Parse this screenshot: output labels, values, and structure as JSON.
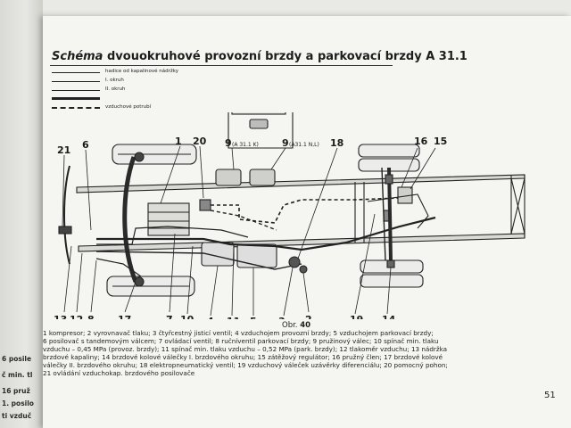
{
  "left_page": {
    "fragments": [
      "6 posile",
      "č min. tl",
      "16 pruž",
      "1. posilo",
      "ti vzduč"
    ]
  },
  "page": {
    "title_italic": "Schéma",
    "title_rest": "dvouokruhové provozní brzdy a parkovací brzdy A 31.1",
    "page_number": "51"
  },
  "legend": [
    {
      "style": "thin",
      "label": "hadice od kapalinové nádržky"
    },
    {
      "style": "thin",
      "label": "I. okruh"
    },
    {
      "style": "thin",
      "label": "II. okruh"
    },
    {
      "style": "thick",
      "label": ""
    },
    {
      "style": "dashed",
      "label": "vzduchové potrubí"
    }
  ],
  "callouts": {
    "n1": "1",
    "n20": "20",
    "n9a": "9",
    "n9a_sub": "(A 31.1 K)",
    "n9b": "9",
    "n9b_sub": "(A31.1 N,L)",
    "n18": "18",
    "n16": "16",
    "n15": "15",
    "n21": "21",
    "n6": "6",
    "n13": "13",
    "n12": "12",
    "n8": "8",
    "n17": "17",
    "n7": "7",
    "n10": "10",
    "n4": "4",
    "n11": "11",
    "n5": "5",
    "n3": "3",
    "n2": "2",
    "n19": "19",
    "n14": "14"
  },
  "figure": {
    "label": "Obr.",
    "number": "40"
  },
  "caption_lines": [
    "1 kompresor; 2 vyrovnavač tlaku; 3 čtyřcestný jisticí ventil; 4 vzduchojem provozní brzdy; 5 vzduchojem parkovací brzdy;",
    "6 posilovač s tandemovým válcem; 7 ovládací ventil; 8 ručníventil parkovací brzdy; 9 pružinový válec; 10 spínač min. tlaku",
    "vzduchu – 0,45 MPa (provoz. brzdy); 11 spínač min. tlaku vzduchu – 0,52 MPa (park. brzdy); 12 tlakoměr vzduchu; 13 nádržka",
    "brzdové kapaliny; 14 brzdové kolové válečky I. brzdového okruhu; 15 zátěžový regulátor; 16 pružný člen; 17 brzdové kolové",
    "válečky II. brzdového okruhu; 18 elektropneumatický ventil; 19 vzduchový váleček uzávěrky diferenciálu; 20 pomocný pohon;",
    "21 ovládání vzduchokap. brzdového posilovače"
  ]
}
